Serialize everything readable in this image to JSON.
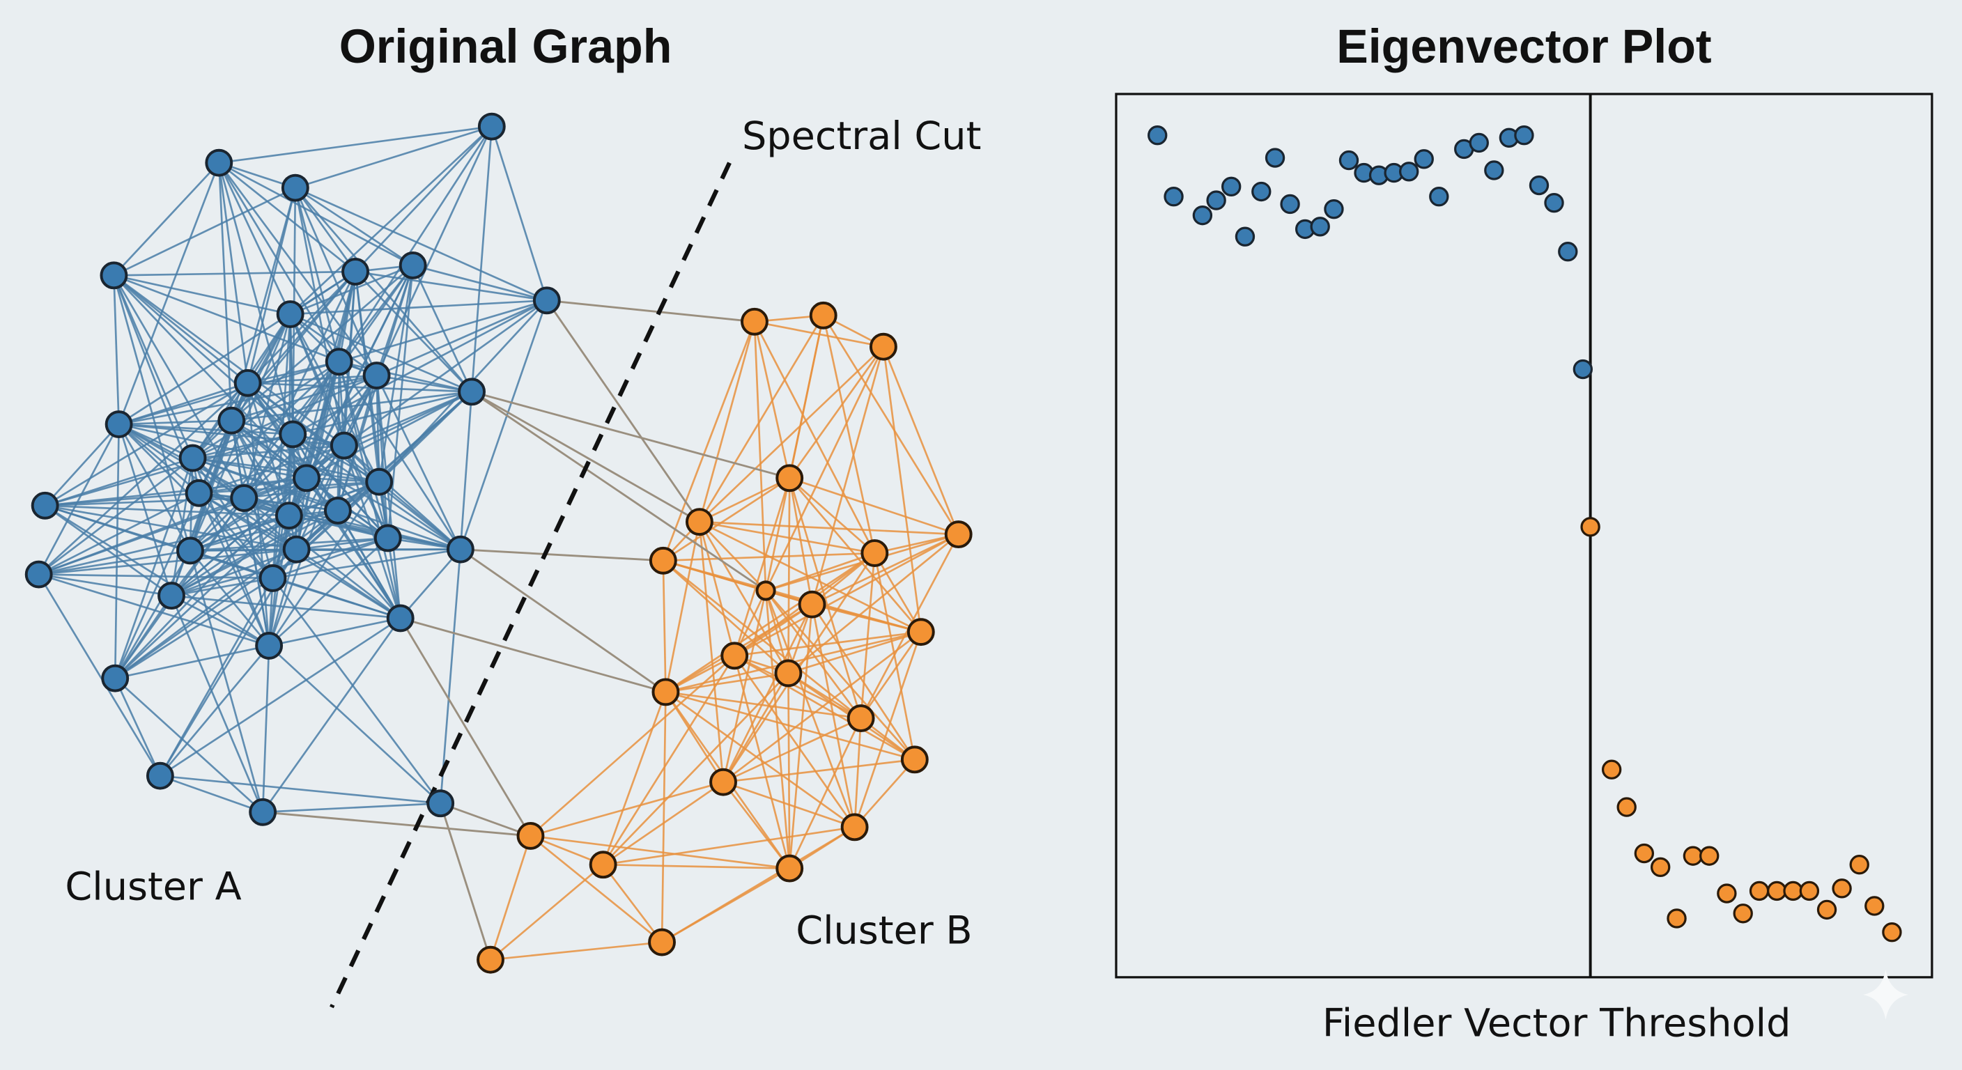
{
  "left_panel": {
    "title": "Original Graph",
    "cut_label": "Spectral Cut",
    "cluster_a_label": "Cluster A",
    "cluster_b_label": "Cluster B"
  },
  "right_panel": {
    "title": "Eigenvector Plot",
    "threshold_label": "Fiedler Vector Threshold"
  },
  "colors": {
    "background": "#e9eef1",
    "cluster_a": "#3a7bb0",
    "cluster_a_edge": "#4a7ea8",
    "cluster_b": "#f39233",
    "cluster_b_edge": "#e8923f",
    "cross_edge": "#9a8f7f"
  },
  "icons": {
    "watermark": "sparkle-icon"
  }
}
